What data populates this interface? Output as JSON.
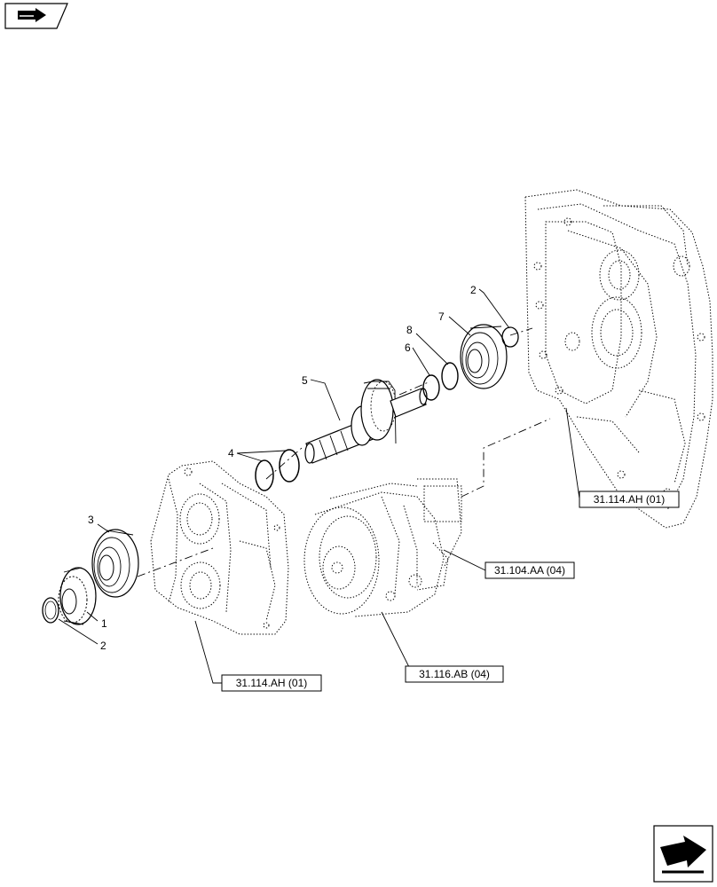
{
  "diagram": {
    "callouts": [
      {
        "id": "c1",
        "label": "1"
      },
      {
        "id": "c2a",
        "label": "2"
      },
      {
        "id": "c2b",
        "label": "2"
      },
      {
        "id": "c3",
        "label": "3"
      },
      {
        "id": "c4",
        "label": "4"
      },
      {
        "id": "c5",
        "label": "5"
      },
      {
        "id": "c6",
        "label": "6"
      },
      {
        "id": "c7",
        "label": "7"
      },
      {
        "id": "c8",
        "label": "8"
      }
    ],
    "references": [
      {
        "id": "r1",
        "label": "31.114.AH (01)"
      },
      {
        "id": "r2",
        "label": "31.104.AA (04)"
      },
      {
        "id": "r3",
        "label": "31.114.AH (01)"
      },
      {
        "id": "r4",
        "label": "31.116.AB (04)"
      }
    ]
  },
  "icons": {
    "top_left": "book-arrow-icon",
    "bottom_right": "next-page-arrow-icon"
  }
}
